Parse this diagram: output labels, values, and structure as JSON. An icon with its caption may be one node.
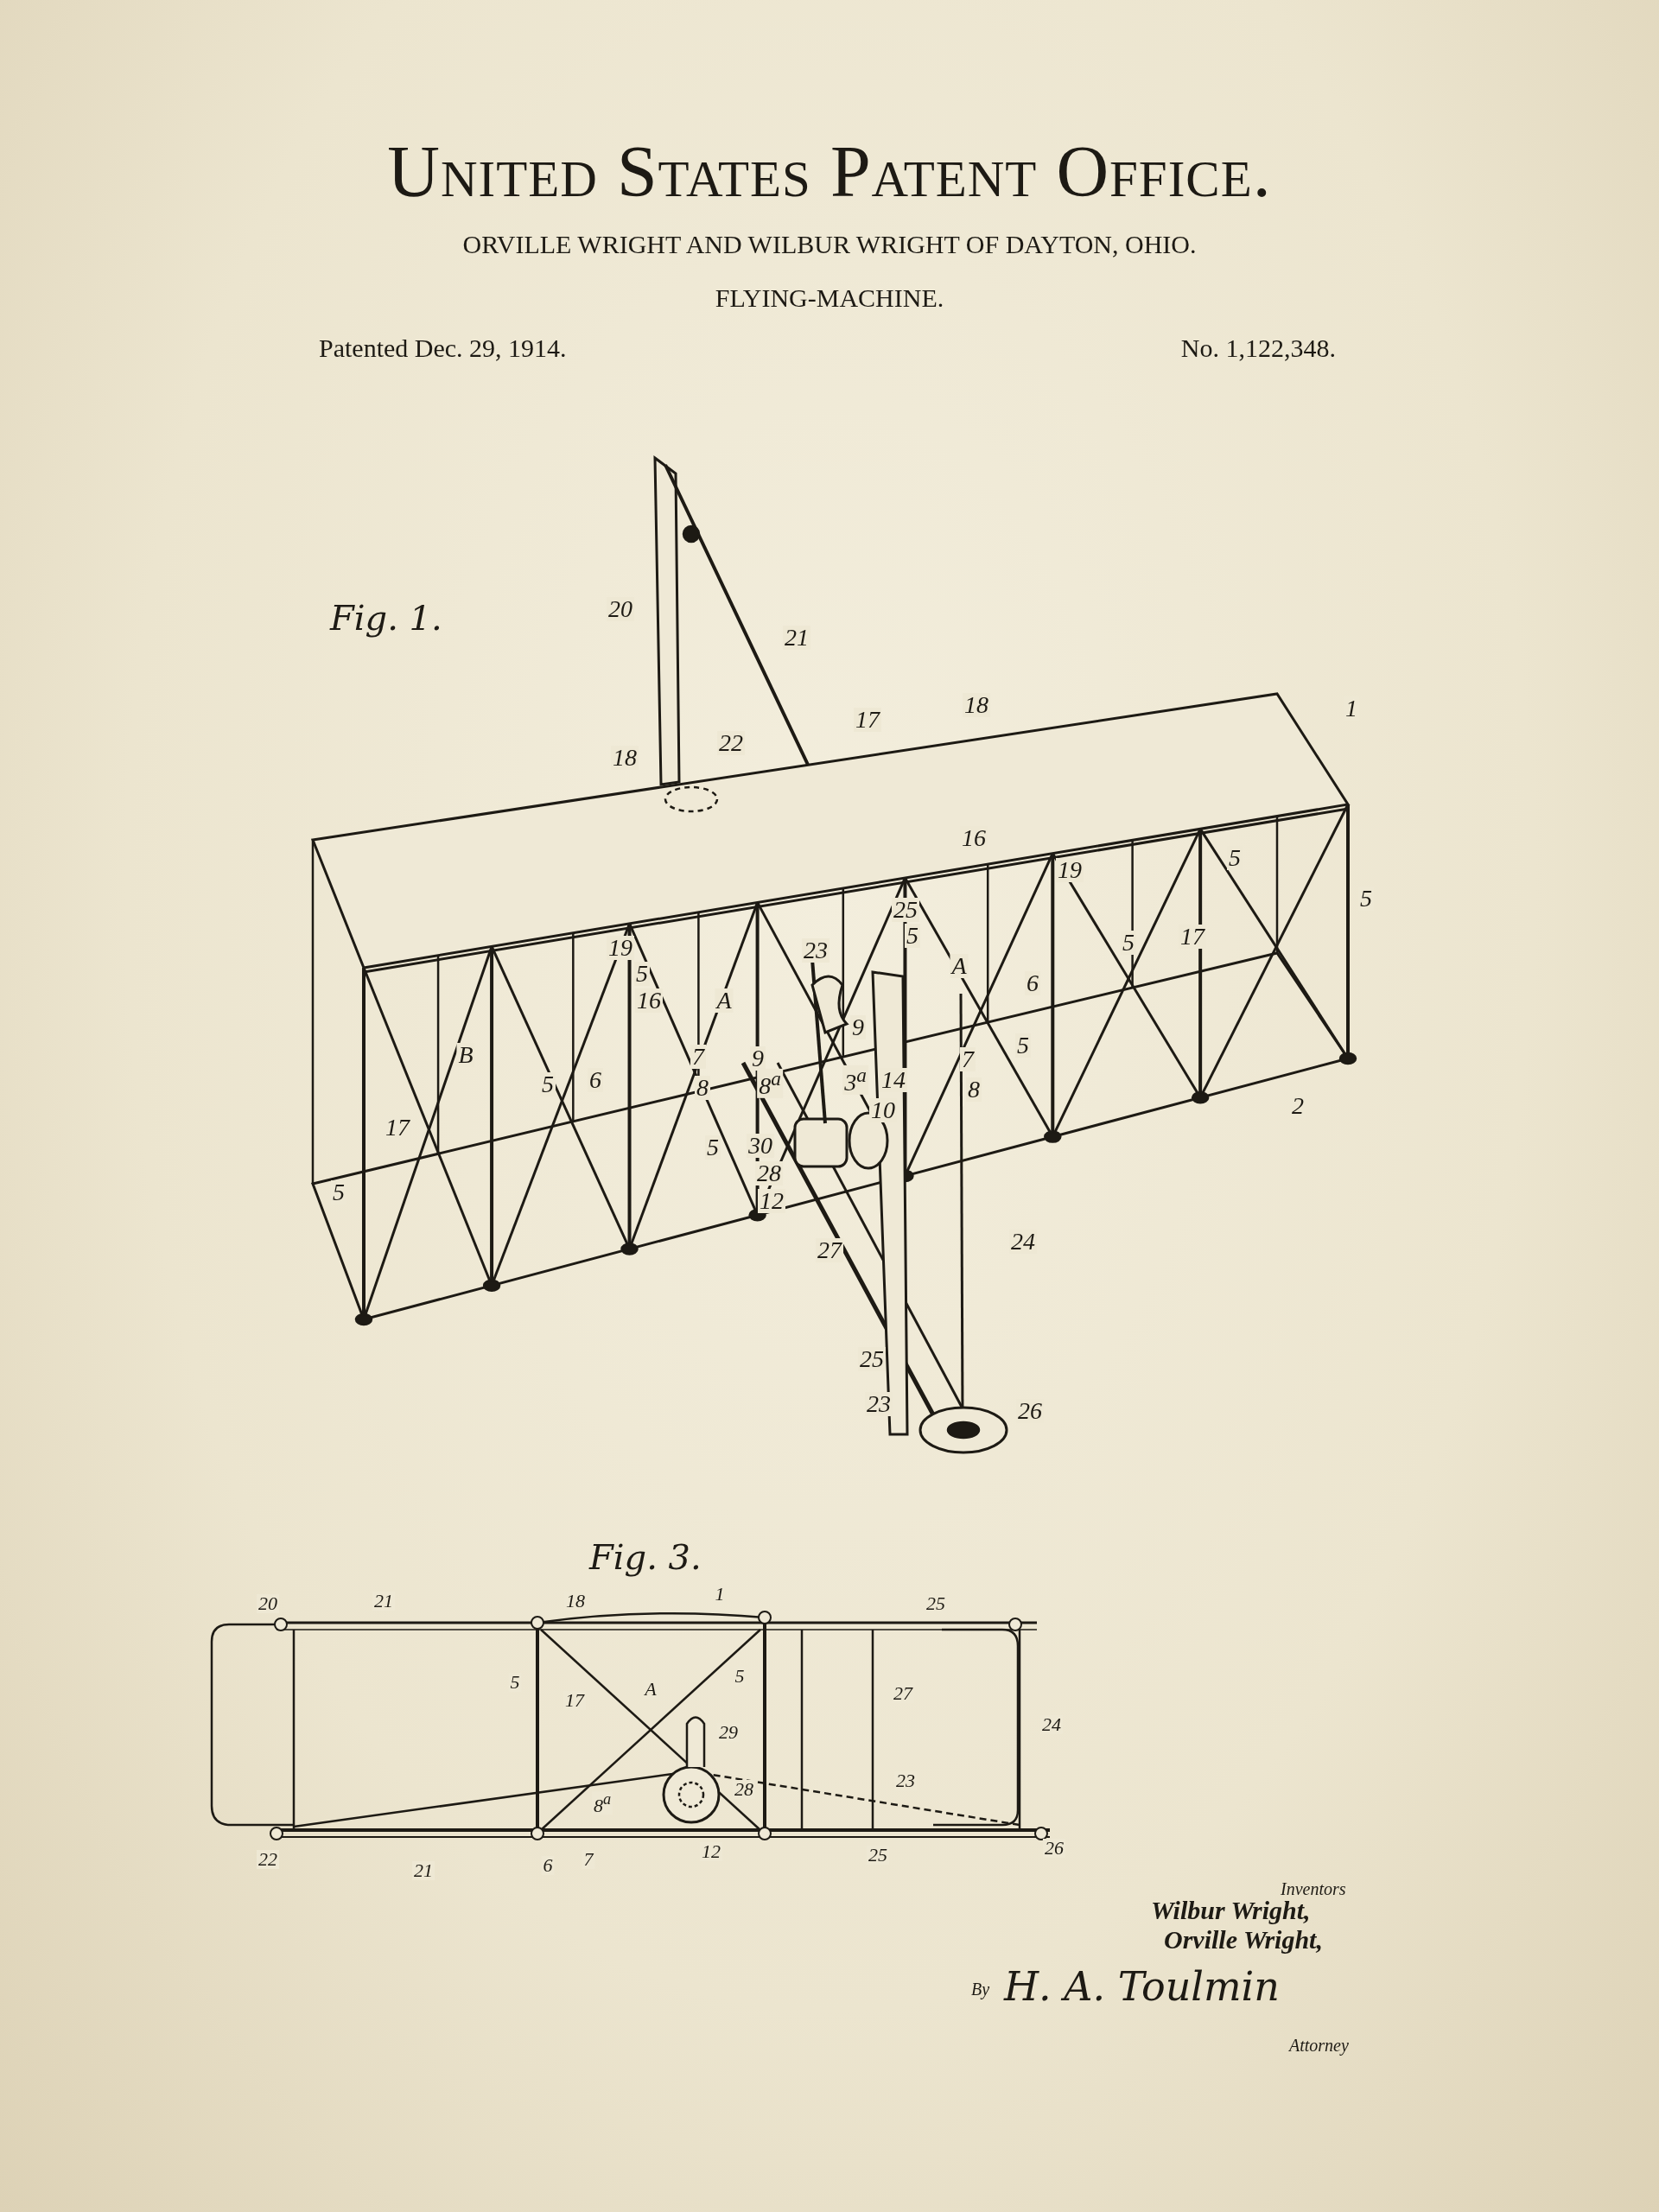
{
  "diagram": {
    "title": "United States Patent Office.",
    "labels": [
      "ORVILLE WRIGHT AND WILBUR WRIGHT OF DAYTON, OHIO.",
      "FLYING-MACHINE.",
      "Patented Dec. 29, 1914.",
      "No. 1,122,348.",
      "Fig. 1.",
      "20",
      "21",
      "17",
      "18",
      "1",
      "18",
      "22",
      "16",
      "19",
      "5",
      "5",
      "25",
      "19",
      "23",
      "5",
      "A",
      "5",
      "17",
      "6",
      "5",
      "16",
      "A",
      "5",
      "9",
      "B",
      "7",
      "9",
      "7",
      "5",
      "6",
      "8",
      "8$^{a}$",
      "3$^{a}$",
      "14",
      "8",
      "10",
      "2",
      "17",
      "5",
      "30",
      "28",
      "12",
      "5",
      "27",
      "24",
      "25",
      "23",
      "26",
      "Fig. 3.",
      "20",
      "21",
      "18",
      "1",
      "25",
      "5",
      "17",
      "A",
      "5",
      "27",
      "24",
      "29",
      "8$^{a}$",
      "28",
      "23",
      "22",
      "21",
      "6",
      "7",
      "12",
      "25",
      "26",
      "Inventors",
      "Wilbur Wright,",
      "Orville Wright,",
      "By",
      "H. A. Toulmin",
      "Attorney"
    ]
  }
}
